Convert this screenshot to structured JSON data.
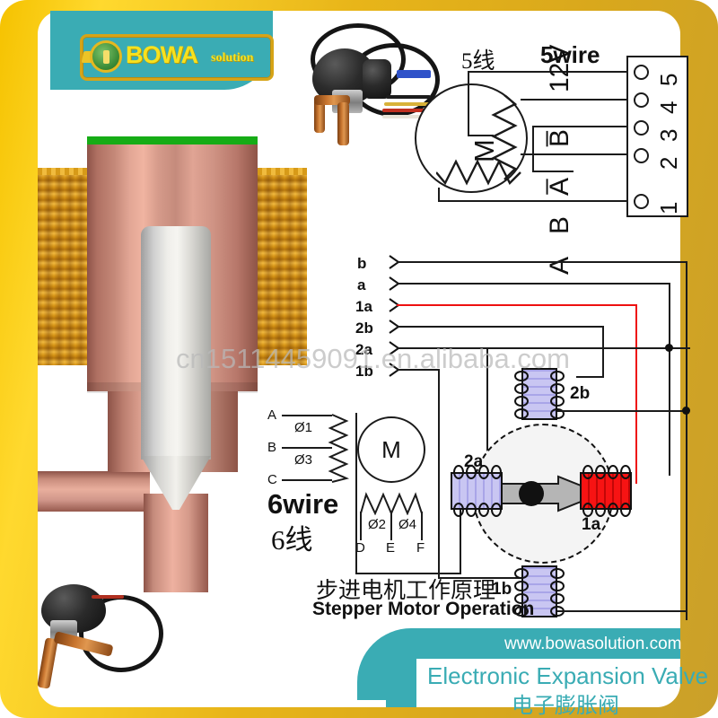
{
  "brand": {
    "name": "BOWA",
    "tagline": "solution",
    "emblem_icon": "bowa-emblem-icon"
  },
  "watermark": "cn15114459091.en.alibaba.com",
  "footer": {
    "url": "www.bowasolution.com",
    "product_en": "Electronic Expansion Valve",
    "product_cn": "电子膨胀阀"
  },
  "colors": {
    "teal": "#3aacb4",
    "gold_frame": "#e8b519",
    "gold_dark": "#caa02a",
    "coil_red": "#f71313",
    "coil_lavender": "#c9c6f2",
    "copper": "#d59a8a",
    "brass": "#d79a18",
    "green_cap": "#16ac16",
    "wire_red": "#ee1111"
  },
  "five_wire": {
    "title_cn": "5线",
    "title_en": "5wire",
    "motor_label": "M",
    "signal_labels": [
      "12V",
      "B̅",
      "A̅",
      "B",
      "A"
    ],
    "terminal_pins": [
      "5",
      "4",
      "3",
      "2",
      "1"
    ]
  },
  "six_wire": {
    "title_en": "6wire",
    "title_cn": "6线",
    "motor_label": "M",
    "upper_terminals": [
      "A",
      "B",
      "C"
    ],
    "upper_coils": [
      "Ø1",
      "Ø3"
    ],
    "lower_terminals": [
      "D",
      "E",
      "F"
    ],
    "lower_coils": [
      "Ø2",
      "Ø4"
    ]
  },
  "stepper": {
    "caption_cn": "步进电机工作原理",
    "caption_en": "Stepper Motor Operation",
    "input_terminals": [
      "b",
      "a",
      "1a",
      "2b",
      "2a",
      "1b"
    ],
    "coils": [
      {
        "name": "2b",
        "state": "off",
        "color": "#c9c6f2"
      },
      {
        "name": "2a",
        "state": "off",
        "color": "#c9c6f2"
      },
      {
        "name": "1a",
        "state": "energized",
        "color": "#f71313"
      },
      {
        "name": "1b",
        "state": "off",
        "color": "#c9c6f2"
      }
    ],
    "rotor_icon": "rotor-arrow-icon"
  },
  "photos": [
    {
      "name": "valve-coil-photo-top",
      "icon": "product-photo-icon"
    },
    {
      "name": "valve-coil-photo-bottom",
      "icon": "product-photo-icon"
    }
  ],
  "cutaway": {
    "name": "valve-cutaway-illustration",
    "parts": [
      "green-cap",
      "copper-body",
      "brass-thread-coil",
      "steel-needle",
      "copper-pipe"
    ]
  }
}
